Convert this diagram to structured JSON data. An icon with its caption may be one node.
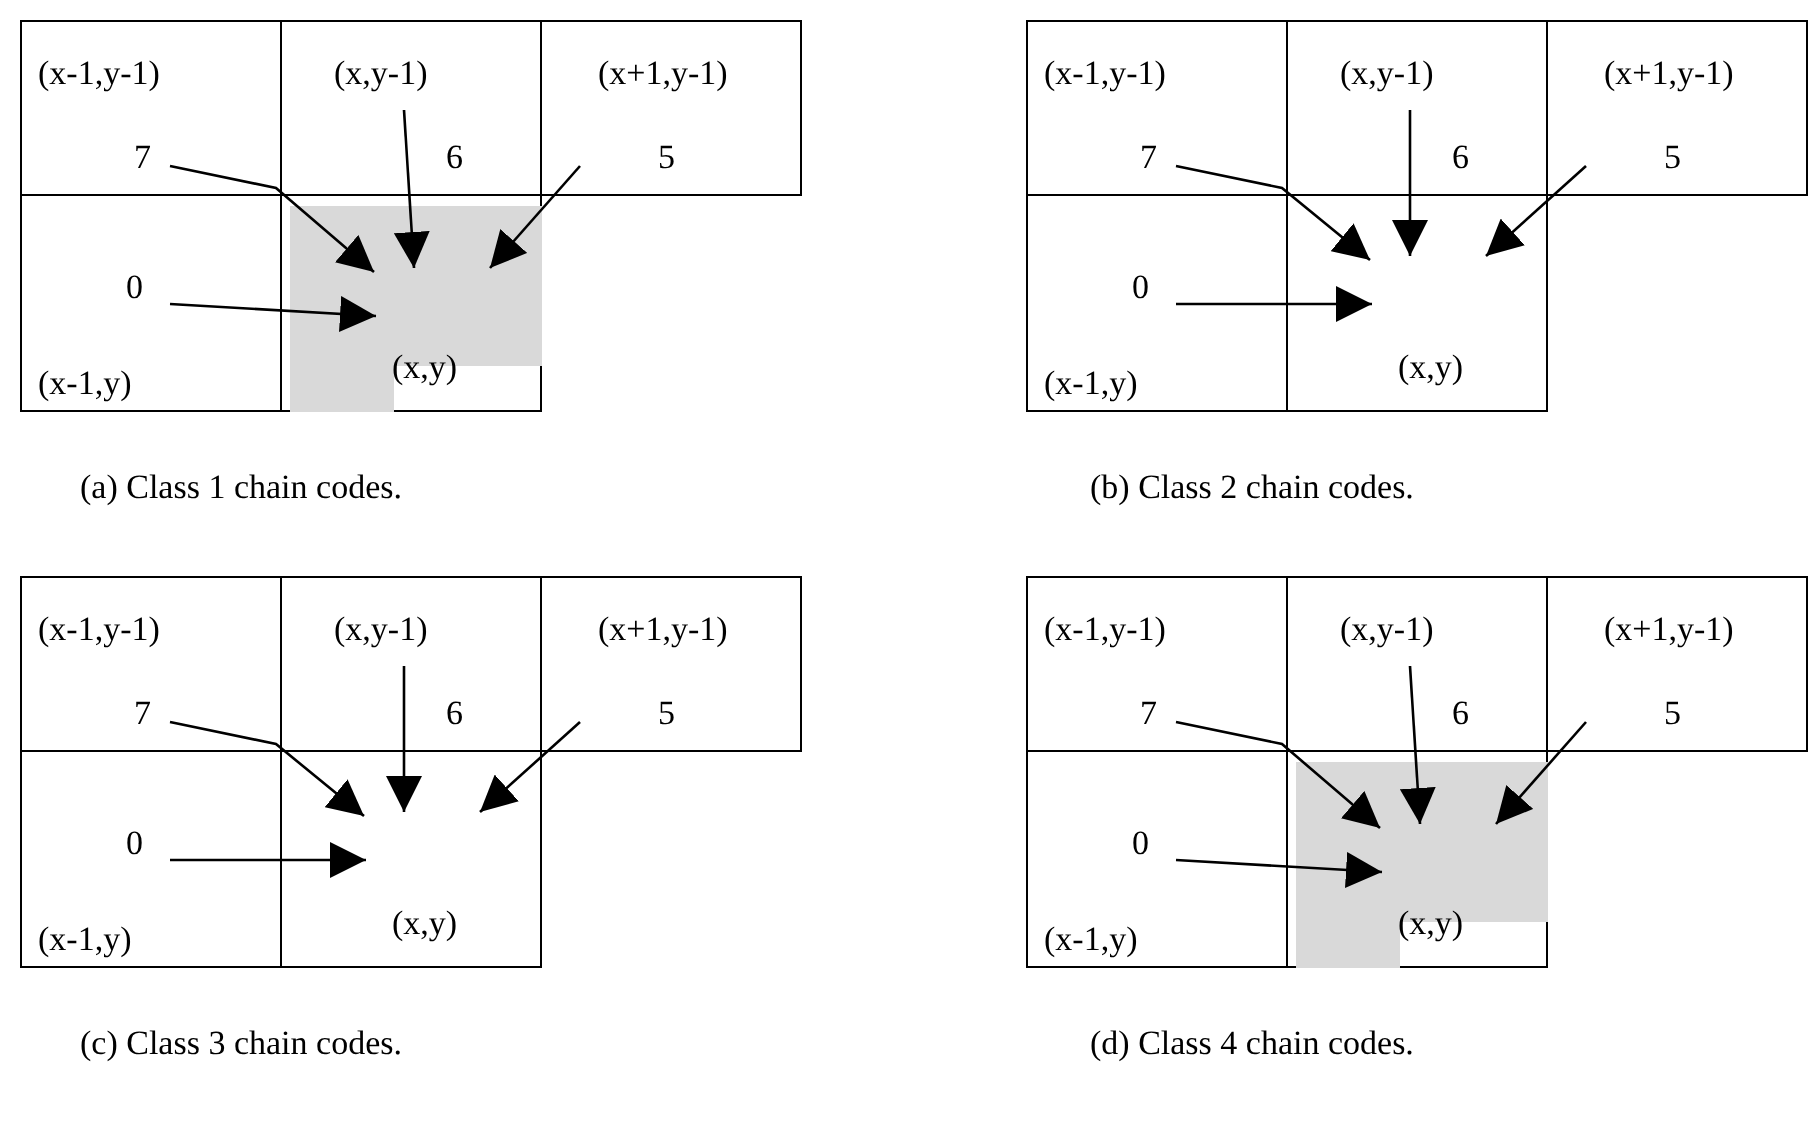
{
  "diagram": {
    "nodes": [
      {
        "text": [
          "(x-1,y-1)",
          "7"
        ]
      },
      {
        "text": [
          "(x,y-1)",
          "6"
        ]
      },
      {
        "text": [
          "(x+1,y-1)",
          "5"
        ]
      },
      {
        "text": [
          "0",
          "(x-1,y)"
        ]
      },
      {
        "text": [
          "(x,y)"
        ]
      },
      {
        "text": [],
        "shape": "box",
        "in": 4
      },
      {
        "text": [
          "(x-1,y-1)",
          "7"
        ]
      },
      {
        "text": [
          "(x,y-1)",
          "6"
        ]
      },
      {
        "text": [
          "(x+1,y-1)",
          "5"
        ]
      },
      {
        "text": [
          "0",
          "(x-1,y)"
        ]
      },
      {
        "text": [
          "(x,y)"
        ]
      },
      {
        "text": [
          "(x-1,y-1)",
          "7"
        ]
      },
      {
        "text": [
          "(x,y-1)",
          "6"
        ]
      },
      {
        "text": [
          "(x+1,y-1)",
          "5"
        ]
      },
      {
        "text": [
          "0",
          "(x-1,y)"
        ]
      },
      {
        "text": [
          "(x,y)"
        ]
      },
      {
        "text": [
          "(x-1,y-1)",
          "7"
        ]
      },
      {
        "text": [
          "(x,y-1)",
          "6"
        ]
      },
      {
        "text": [
          "(x+1,y-1)",
          "5"
        ]
      },
      {
        "text": [
          "0",
          "(x-1,y)"
        ]
      },
      {
        "text": [
          "(x,y)"
        ]
      },
      {
        "text": [],
        "shape": "box",
        "in": 20
      }
    ],
    "edges": [
      {
        "from": 0,
        "to": 5,
        "arrow": "to"
      },
      {
        "from": 1,
        "to": 5,
        "arrow": "to"
      },
      {
        "from": 2,
        "to": 5,
        "arrow": "to"
      },
      {
        "from": 3,
        "to": 5,
        "arrow": "to"
      },
      {
        "from": 6,
        "to": 10,
        "arrow": "to"
      },
      {
        "from": 7,
        "to": 10,
        "arrow": "to"
      },
      {
        "from": 8,
        "to": 10,
        "arrow": "to"
      },
      {
        "from": 9,
        "to": 10,
        "arrow": "to"
      },
      {
        "from": 11,
        "to": 15,
        "arrow": "to"
      },
      {
        "from": 12,
        "to": 15,
        "arrow": "to"
      },
      {
        "from": 13,
        "to": 15,
        "arrow": "to"
      },
      {
        "from": 14,
        "to": 15,
        "arrow": "to"
      },
      {
        "from": 16,
        "to": 21,
        "arrow": "to"
      },
      {
        "from": 17,
        "to": 21,
        "arrow": "to"
      },
      {
        "from": 18,
        "to": 21,
        "arrow": "to"
      },
      {
        "from": 19,
        "to": 21,
        "arrow": "to"
      }
    ],
    "labels": [
      "(a) Class 1 chain codes.",
      "(b) Class 2 chain codes.",
      "(c) Class 3 chain codes.",
      "(d) Class 4 chain codes."
    ]
  }
}
